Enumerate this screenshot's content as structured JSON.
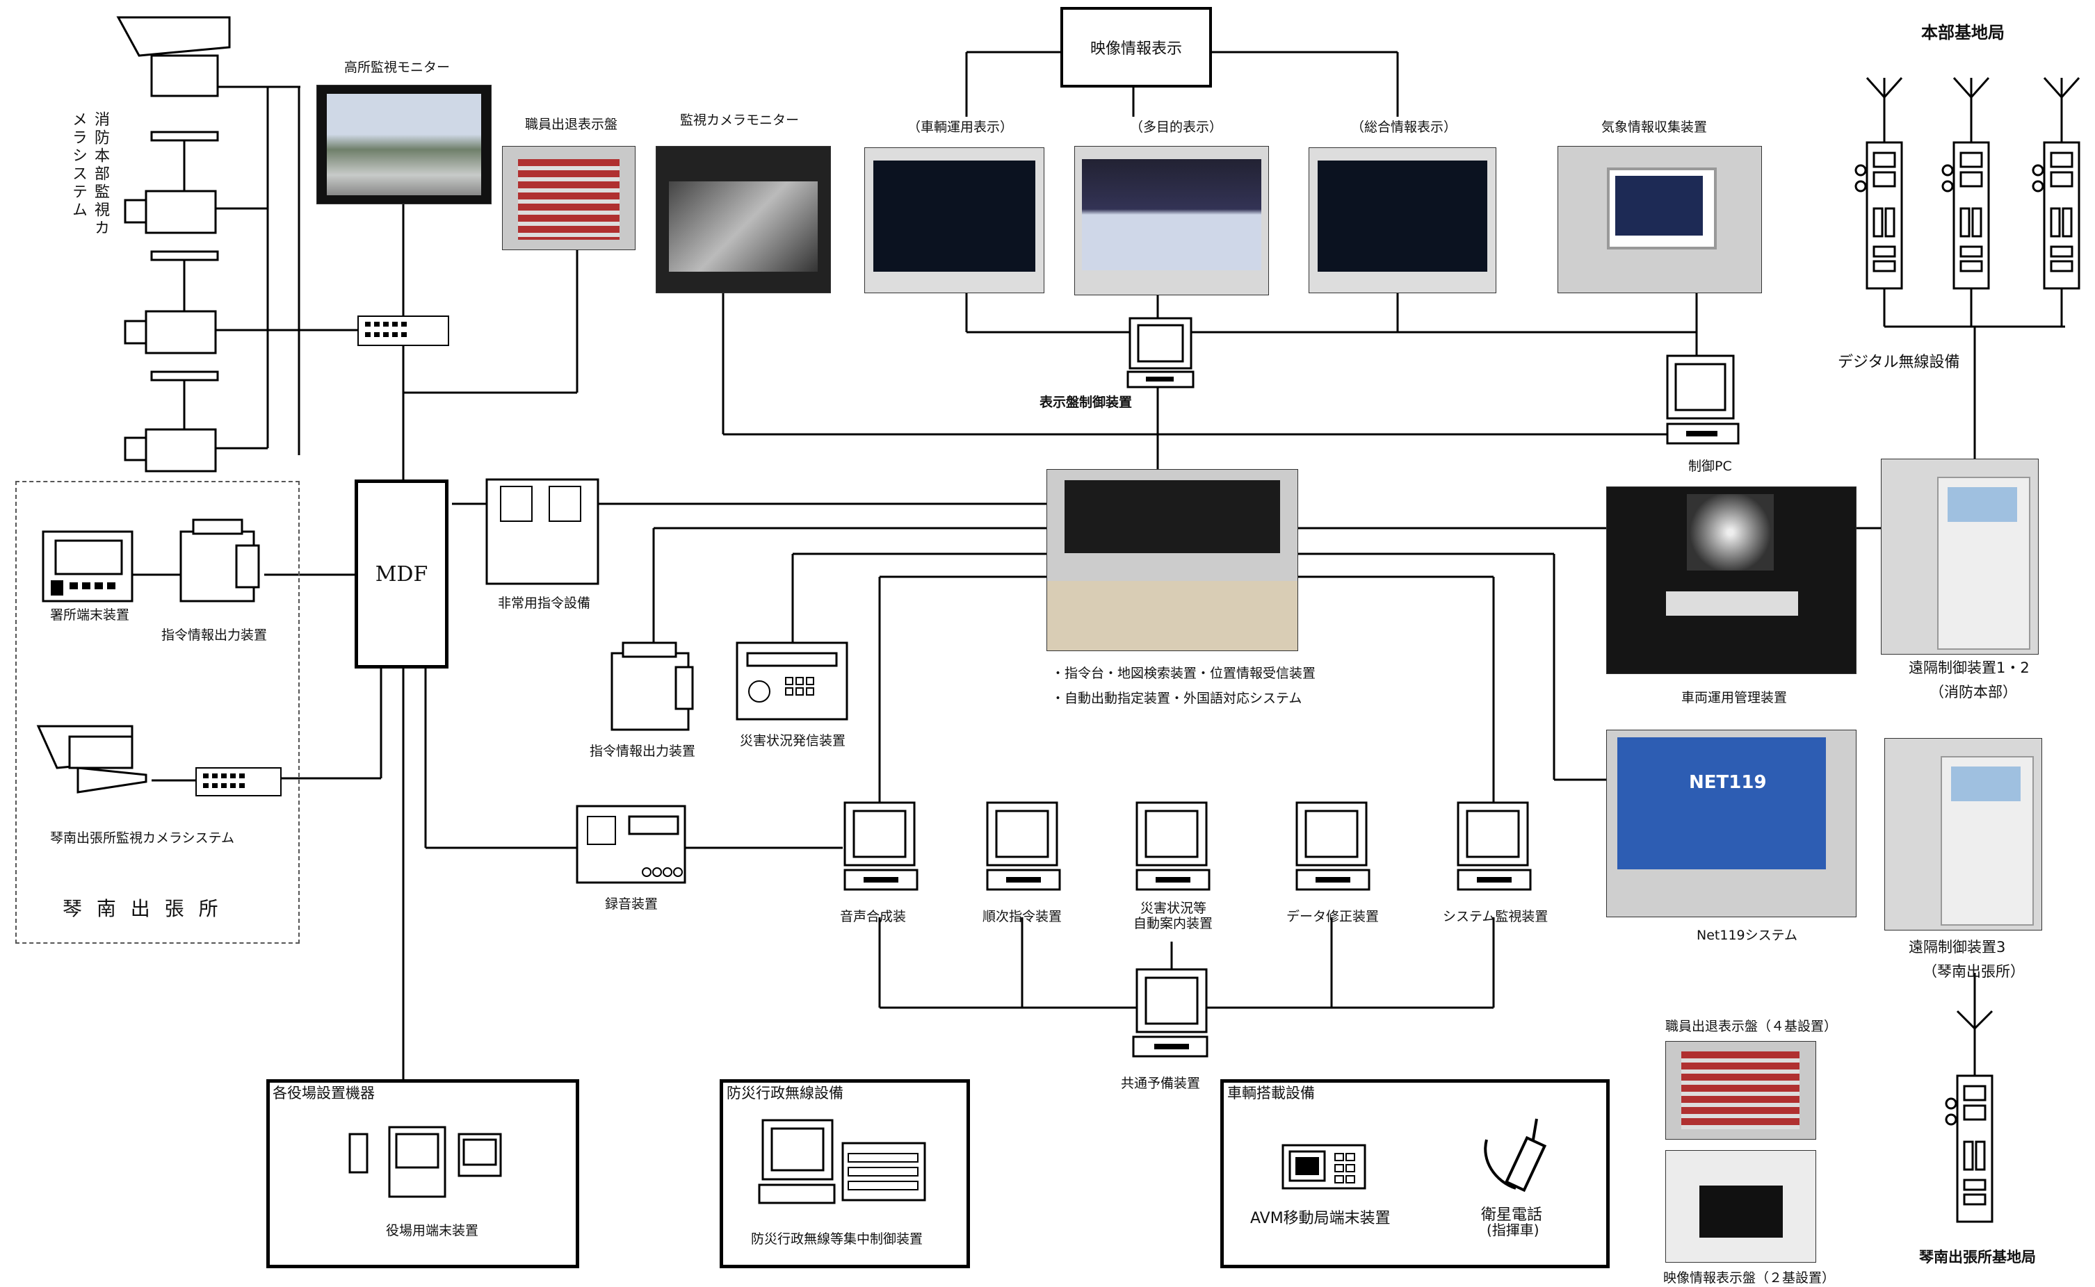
{
  "labels": {
    "highmon": "高所監視モニター",
    "camsys": "消防本部監視カメラシステム",
    "staffpanel": "職員出退表示盤",
    "cammon": "監視カメラモニター",
    "vidinfo": "映像情報表示",
    "veh": "（車輌運用表示）",
    "multi": "（多目的表示）",
    "total": "（総合情報表示）",
    "weather": "気象情報収集装置",
    "hq": "本部基地局",
    "dispctl": "表示盤制御装置",
    "digital": "デジタル無線設備",
    "ctlpc": "制御PC",
    "station_term": "署所端末装置",
    "cmdprint1": "指令情報出力装置",
    "mdf": "MDF",
    "emerg": "非常用指令設備",
    "console1": "・指令台・地図検索装置・位置情報受信装置",
    "console2": "・自動出動指定装置・外国語対応システム",
    "vehmgmt": "車両運用管理装置",
    "remote12a": "遠隔制御装置1・2",
    "remote12b": "（消防本部）",
    "cmdprint2": "指令情報出力装置",
    "disaster_send": "災害状況発信装置",
    "kinan_cam": "琴南出張所監視カメラシステム",
    "kinan": "琴 南 出 張 所",
    "recorder": "録音装置",
    "voice": "音声合成装",
    "seq": "順次指令装置",
    "disaster_guide1": "災害状況等",
    "disaster_guide2": "自動案内装置",
    "datafix": "データ修正装置",
    "sysmon": "システム監視装置",
    "net119": "Net119システム",
    "remote3a": "遠隔制御装置3",
    "remote3b": "（琴南出張所）",
    "backup": "共通予備装置",
    "staffpanel4": "職員出退表示盤（４基設置）",
    "vidpanel2": "映像情報表示盤（２基設置）",
    "kinan_base": "琴南出張所基地局",
    "net119_screen": "NET119"
  },
  "boxes": {
    "office": {
      "title": "各役場設置機器",
      "caption": "役場用端末装置"
    },
    "bousai": {
      "title": "防災行政無線設備",
      "caption": "防災行政無線等集中制御装置"
    },
    "vehicle": {
      "title": "車輌搭載設備",
      "avm": "AVM移動局端末装置",
      "sat1": "衛星電話",
      "sat2": "(指揮車)"
    }
  },
  "colors": {
    "line": "#000000",
    "photo_bg": "#2a2a2a",
    "screen_blue": "#1a3a8a",
    "sky": "#cfd8e6"
  }
}
